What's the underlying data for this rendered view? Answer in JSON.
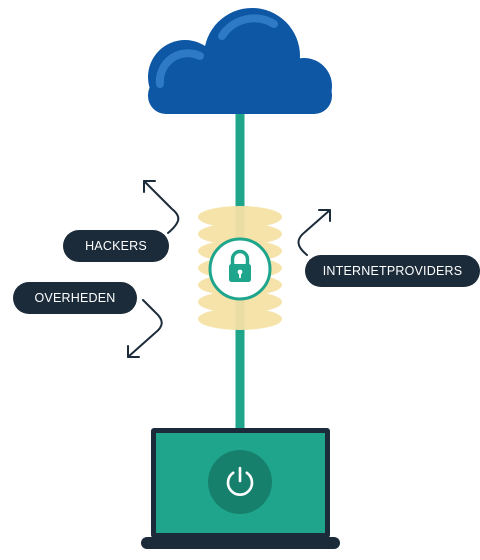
{
  "labels": {
    "hackers": "HACKERS",
    "governments": "OVERHEDEN",
    "isp": "INTERNETPROVIDERS"
  },
  "icons": {
    "cloud": "cloud-icon",
    "lock": "padlock-icon",
    "power": "power-icon",
    "device": "laptop-icon"
  },
  "colors": {
    "cloud": "#0d57a5",
    "cloud_highlight": "#2f7ac4",
    "tunnel": "#1ea58c",
    "shield_rings": "#f6e2a6",
    "label_bg": "#1b2b3a",
    "label_text": "#ffffff",
    "laptop_frame": "#1b2b3a",
    "laptop_screen": "#1ea58c",
    "power_circle": "#16806d"
  }
}
